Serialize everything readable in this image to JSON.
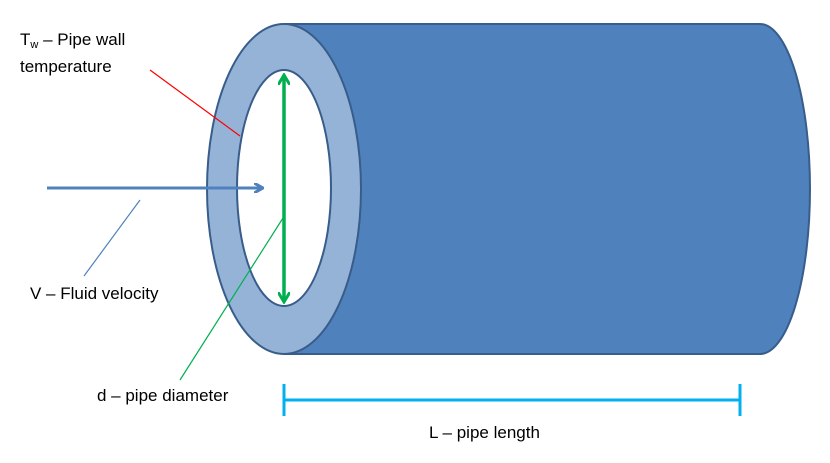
{
  "labels": {
    "wall_temp_symbol": "T",
    "wall_temp_subscript": "w",
    "wall_temp_line1": " – Pipe wall",
    "wall_temp_line2": "temperature",
    "velocity": "V – Fluid velocity",
    "diameter": "d – pipe diameter",
    "length": "L – pipe length"
  },
  "colors": {
    "pipe_body": "#4f81bd",
    "pipe_outline": "#385d8a",
    "pipe_wall_ring": "#95b3d7",
    "bore": "#ffffff",
    "velocity_arrow": "#4f81bd",
    "diameter_arrow": "#00b050",
    "length_dimension": "#00b0f0",
    "wall_leader": "#ff0000",
    "velocity_leader": "#4f81bd",
    "diameter_leader": "#00b050"
  }
}
